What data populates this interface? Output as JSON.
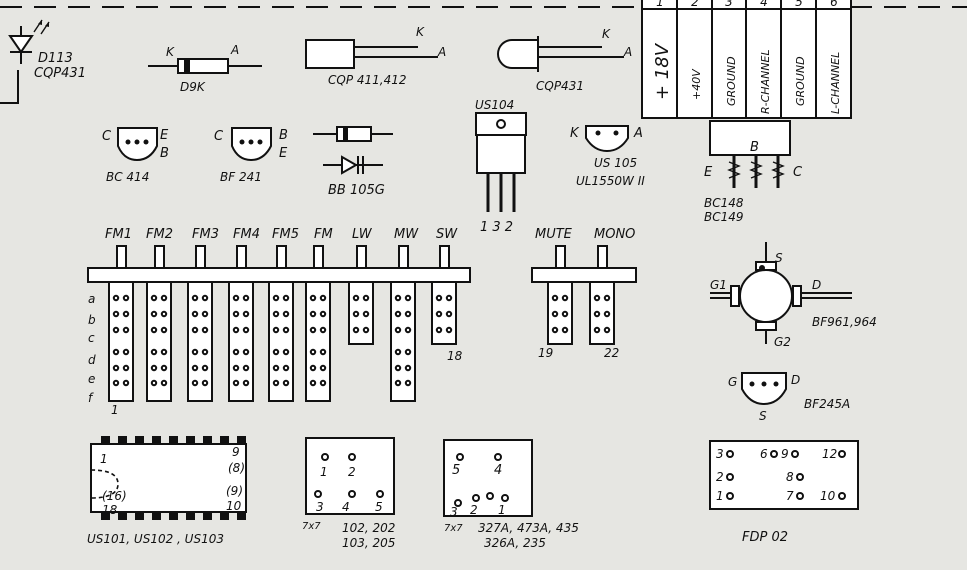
{
  "connector_table": {
    "pins": [
      "1",
      "2",
      "3",
      "4",
      "5",
      "6"
    ],
    "signals": [
      "+ 18V",
      "+40V",
      "GROUND",
      "R-CHANNEL",
      "GROUND",
      "L-CHANNEL"
    ]
  },
  "diodes_top": {
    "led_small_name": "D113",
    "led_small_code": "CQP431",
    "d9k_k": "K",
    "d9k_a": "A",
    "d9k_name": "D9K",
    "rect_k": "K",
    "rect_a": "A",
    "rect_name": "CQP 411,412",
    "round_k": "K",
    "round_a": "A",
    "round_name": "CQP431"
  },
  "transistors": {
    "bc414": {
      "c": "C",
      "e": "E",
      "b": "B",
      "name": "BC 414"
    },
    "bf241": {
      "c": "C",
      "b": "B",
      "e": "E",
      "name": "BF 241"
    },
    "varicap_name": "BB 105G",
    "us104": {
      "name": "US104",
      "pins": "1 3 2"
    },
    "us105": {
      "k": "K",
      "a": "A",
      "name1": "US 105",
      "name2": "UL1550W II"
    },
    "bc148": {
      "b": "B",
      "e": "E",
      "c": "C",
      "name1": "BC148",
      "name2": "BC149"
    }
  },
  "switches": {
    "labels": [
      "FM1",
      "FM2",
      "FM3",
      "FM4",
      "FM5",
      "FM",
      "LW",
      "MW",
      "SW"
    ],
    "rows": [
      "a",
      "b",
      "c",
      "d",
      "e",
      "f"
    ],
    "pin_first": "1",
    "pin_sw": "18",
    "mute": "MUTE",
    "mono": "MONO",
    "pin_mute": "19",
    "pin_mono": "22"
  },
  "mosfet": {
    "s": "S",
    "g1": "G1",
    "d": "D",
    "g2": "G2",
    "name": "BF961,964"
  },
  "fet": {
    "g": "G",
    "d": "D",
    "s": "S",
    "name": "BF245A"
  },
  "ic_dip": {
    "pin1": "1",
    "pin16": "(16)",
    "pin18": "18",
    "pin9": "9",
    "pin8": "(8)",
    "pin9b": "(9)",
    "pin10": "10",
    "name": "US101, US102 , US103"
  },
  "pkg_7x7_a": {
    "p1": "1",
    "p2": "2",
    "p3": "3",
    "p4": "4",
    "p5": "5",
    "size": "7x7",
    "name1": "102, 202",
    "name2": "103, 205"
  },
  "pkg_7x7_b": {
    "p5": "5",
    "p4": "4",
    "p3": "3",
    "p2": "2",
    "p1": "1",
    "size": "7x7",
    "name1": "327A, 473A, 435",
    "name2": "326A, 235"
  },
  "fdp": {
    "p3": "3",
    "p6": "6",
    "p9": "9",
    "p12": "12",
    "p2": "2",
    "p8": "8",
    "p1": "1",
    "p7": "7",
    "p10": "10",
    "name": "FDP 02"
  }
}
